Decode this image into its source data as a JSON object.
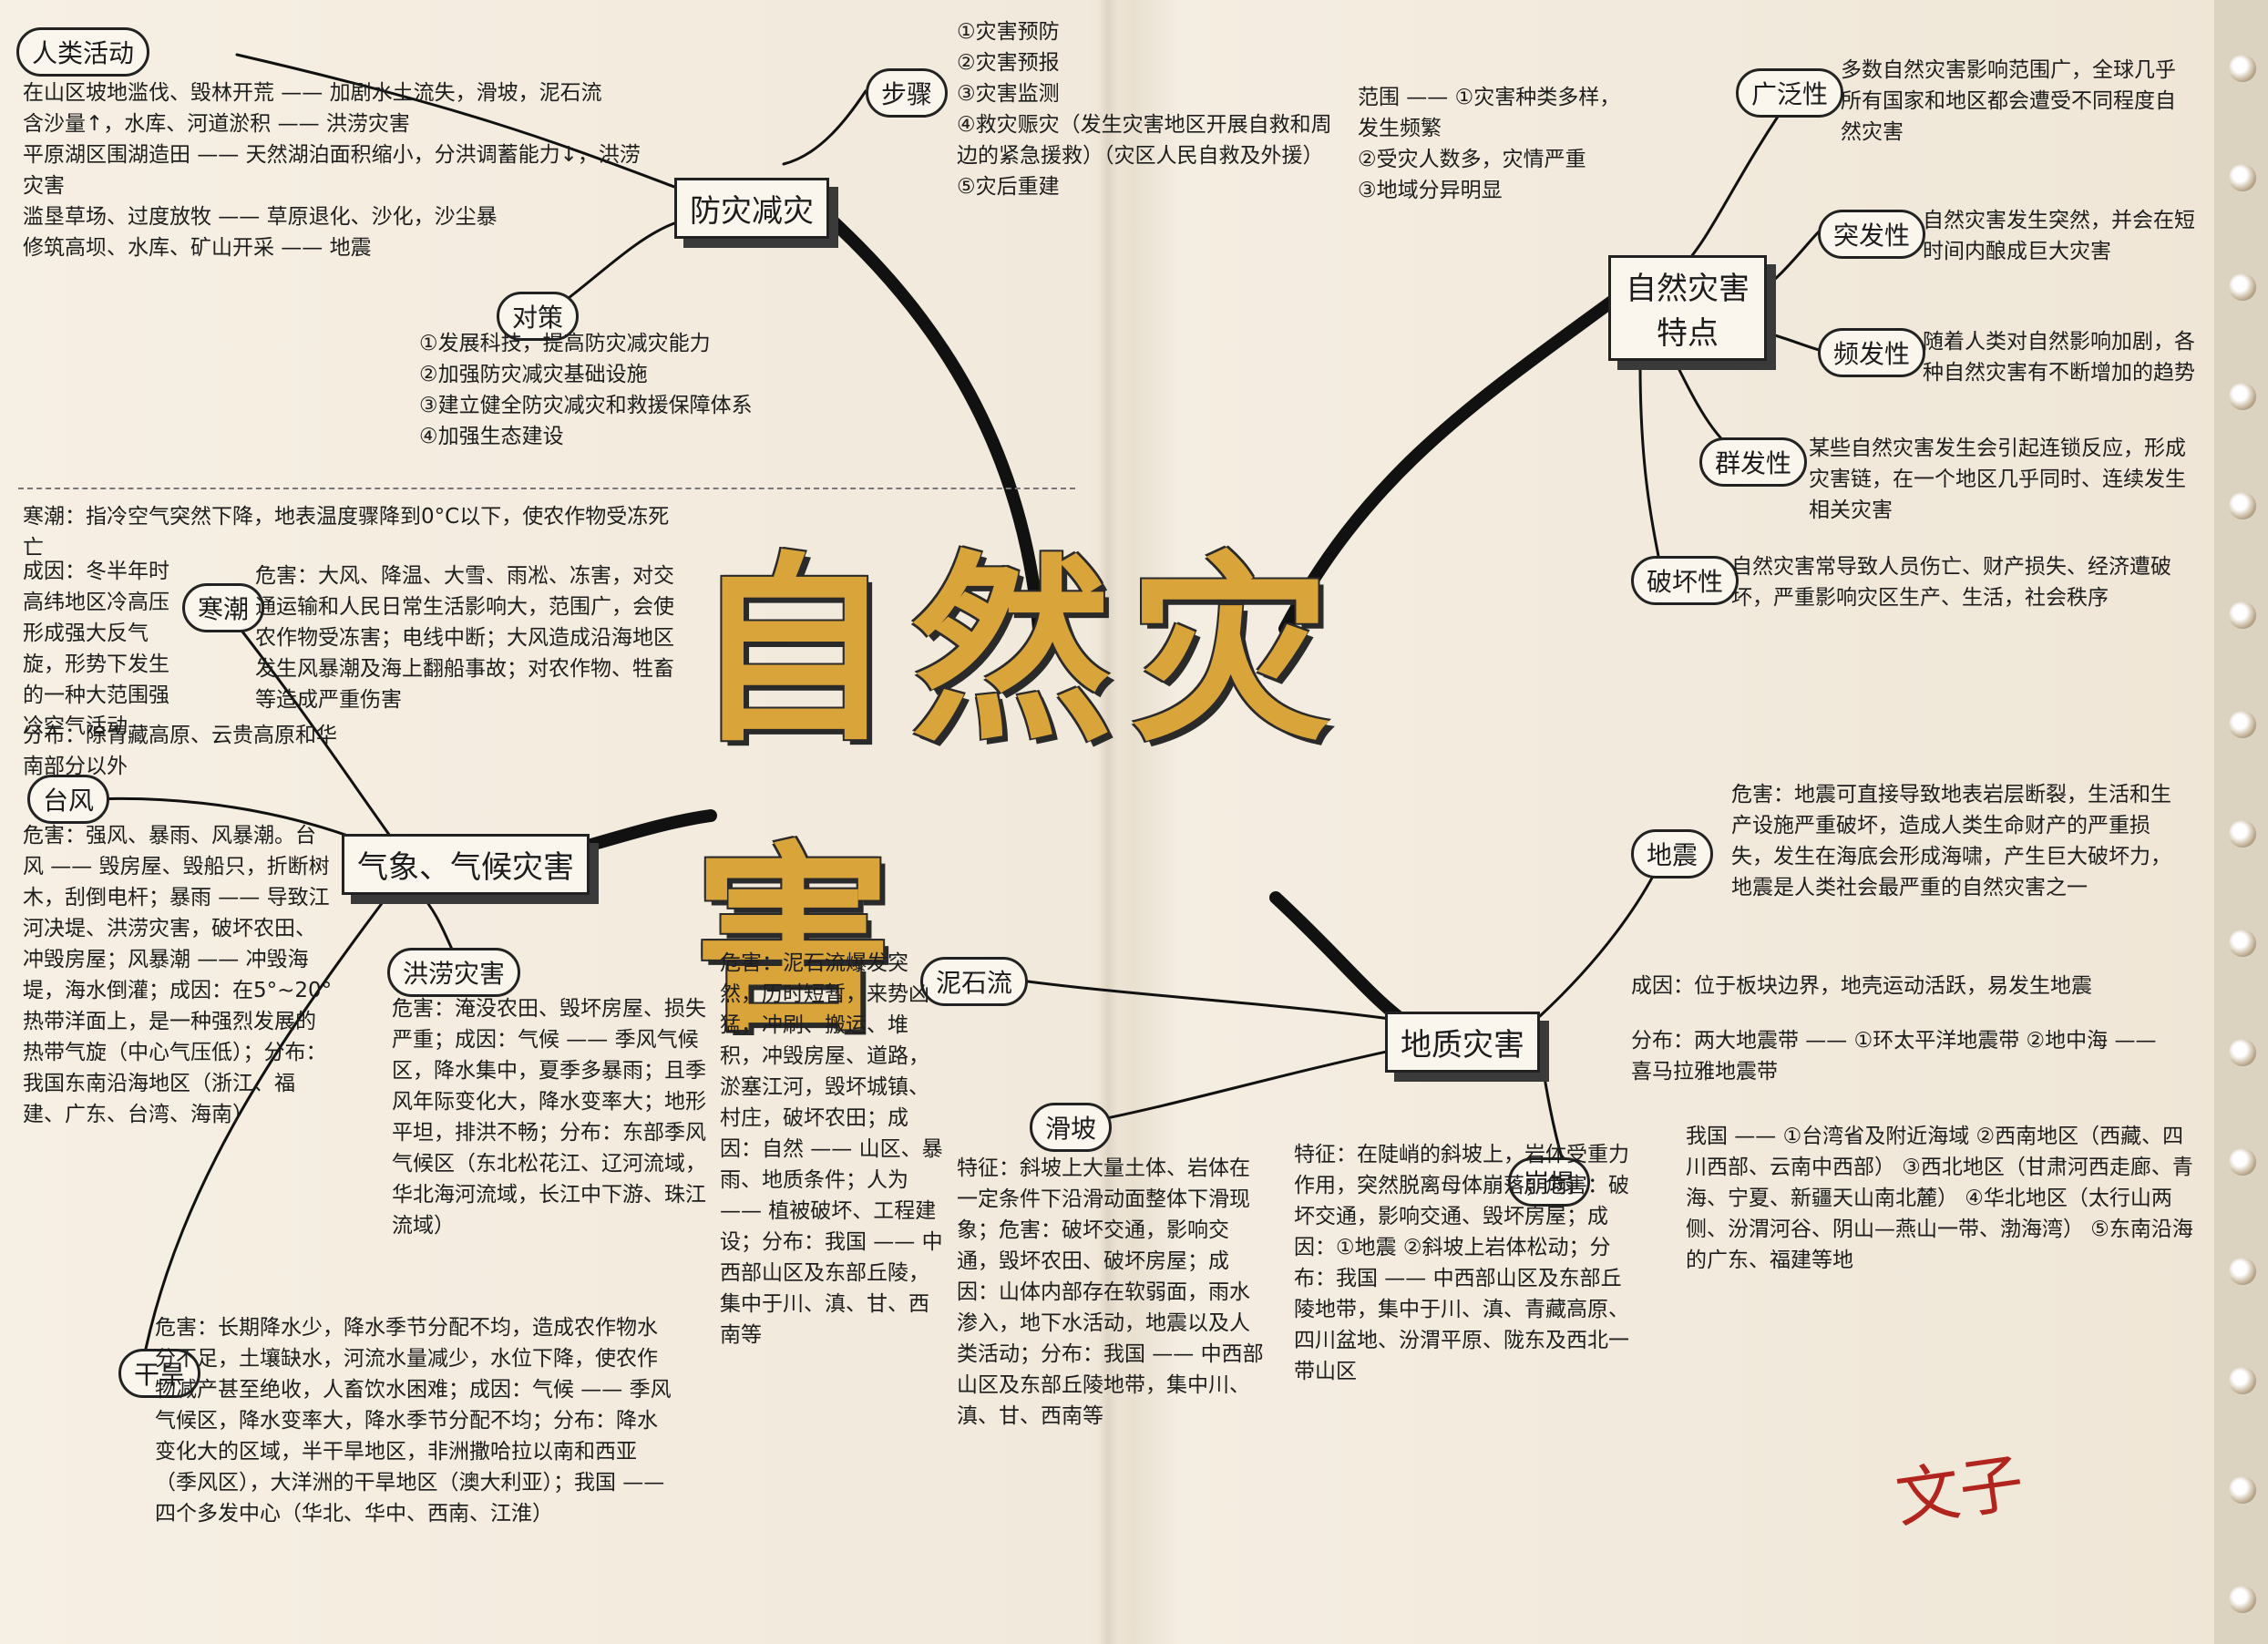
{
  "title": "自然灾害",
  "nodes": {
    "fangzai": "防灾减灾",
    "buzhou": "步骤",
    "duice": "对策",
    "renlei": "人类活动",
    "tedian": "自然灾害 特点",
    "guangfan": "广泛性",
    "tufa": "突发性",
    "pinfa": "频发性",
    "qunfa": "群发性",
    "pohuai": "破坏性",
    "qixiang": "气象、气候灾害",
    "hanchao": "寒潮",
    "taifeng": "台风",
    "hongzao": "洪涝灾害",
    "ganhan": "干旱",
    "dizhi": "地质灾害",
    "nishiliu": "泥石流",
    "huapo": "滑坡",
    "bengta": "崩塌",
    "dizhen": "地震"
  },
  "text": {
    "buzhou_list": [
      "①灾害预防",
      "②灾害预报",
      "③灾害监测",
      "④救灾赈灾（发生灾害地区开展自救和周边的紧急援救）（灾区人民自救及外援）",
      "⑤灾后重建"
    ],
    "renlei_list": [
      "在山区坡地滥伐、毁林开荒 —— 加剧水土流失，滑坡，泥石流",
      "含沙量↑，水库、河道淤积 —— 洪涝灾害",
      "平原湖区围湖造田 —— 天然湖泊面积缩小，分洪调蓄能力↓，洪涝灾害",
      "滥垦草场、过度放牧 —— 草原退化、沙化，沙尘暴",
      "修筑高坝、水库、矿山开采 —— 地震"
    ],
    "duice_list": [
      "①发展科技，提高防灾减灾能力",
      "②加强防灾减灾基础设施",
      "③建立健全防灾减灾和救援保障体系",
      "④加强生态建设"
    ],
    "tedian_header": [
      "范围 —— ①灾害种类多样，发生频繁",
      "②受灾人数多，灾情严重",
      "③地域分异明显"
    ],
    "guangfan_text": "多数自然灾害影响范围广，全球几乎所有国家和地区都会遭受不同程度自然灾害",
    "tufa_text": "自然灾害发生突然，并会在短时间内酿成巨大灾害",
    "pinfa_text": "随着人类对自然影响加剧，各种自然灾害有不断增加的趋势",
    "qunfa_text": "某些自然灾害发生会引起连锁反应，形成灾害链，在一个地区几乎同时、连续发生相关灾害",
    "pohuai_text": "自然灾害常导致人员伤亡、财产损失、经济遭破坏，严重影响灾区生产、生活，社会秩序",
    "hanchao_def": "寒潮：指冷空气突然下降，地表温度骤降到0°C以下，使农作物受冻死亡",
    "hanchao_cause": "成因：冬半年时高纬地区冷高压形成强大反气旋，形势下发生的一种大范围强冷空气活动",
    "hanchao_dist": "分布：除青藏高原、云贵高原和华南部分以外",
    "hanchao_harm": "危害：大风、降温、大雪、雨凇、冻害，对交通运输和人民日常生活影响大，范围广，会使农作物受冻害；电线中断；大风造成沿海地区发生风暴潮及海上翻船事故；对农作物、牲畜等造成严重伤害",
    "taifeng_text": "危害：强风、暴雨、风暴潮。台风 —— 毁房屋、毁船只，折断树木，刮倒电杆；暴雨 —— 导致江河决堤、洪涝灾害，破坏农田、冲毁房屋；风暴潮 —— 冲毁海堤，海水倒灌；成因：在5°~20°热带洋面上，是一种强烈发展的热带气旋（中心气压低）；分布：我国东南沿海地区（浙江、福建、广东、台湾、海南）",
    "hongzao_text": "危害：淹没农田、毁坏房屋、损失严重；成因：气候 —— 季风气候区，降水集中，夏季多暴雨；且季风年际变化大，降水变率大；地形平坦，排洪不畅；分布：东部季风气候区（东北松花江、辽河流域，华北海河流域，长江中下游、珠江流域）",
    "ganhan_text": "危害：长期降水少，降水季节分配不均，造成农作物水分不足，土壤缺水，河流水量减少，水位下降，使农作物减产甚至绝收，人畜饮水困难；成因：气候 —— 季风气候区，降水变率大，降水季节分配不均；分布：降水变化大的区域，半干旱地区，非洲撒哈拉以南和西亚（季风区），大洋洲的干旱地区（澳大利亚）；我国 —— 四个多发中心（华北、华中、西南、江淮）",
    "nishiliu_text": "危害：泥石流爆发突然，历时短暂，来势凶猛，冲刷、搬运、堆积，冲毁房屋、道路，淤塞江河，毁坏城镇、村庄，破坏农田；成因：自然 —— 山区、暴雨、地质条件；人为 —— 植被破坏、工程建设；分布：我国 —— 中西部山区及东部丘陵，集中于川、滇、甘、西南等",
    "huapo_text": "特征：斜坡上大量土体、岩体在一定条件下沿滑动面整体下滑现象；危害：破坏交通，影响交通，毁坏农田、破坏房屋；成因：山体内部存在软弱面，雨水渗入，地下水活动，地震以及人类活动；分布：我国 —— 中西部山区及东部丘陵地带，集中川、滇、甘、西南等",
    "bengta_text": "特征：在陡峭的斜坡上，岩体受重力作用，突然脱离母体崩落；危害：破坏交通，影响交通、毁坏房屋；成因：①地震 ②斜坡上岩体松动；分布：我国 —— 中西部山区及东部丘陵地带，集中于川、滇、青藏高原、四川盆地、汾渭平原、陇东及西北一带山区",
    "dizhen_harm": "危害：地震可直接导致地表岩层断裂，生活和生产设施严重破坏，造成人类生命财产的严重损失，发生在海底会形成海啸，产生巨大破坏力，地震是人类社会最严重的自然灾害之一",
    "dizhen_cause": "成因：位于板块边界，地壳运动活跃，易发生地震",
    "dizhen_dist": "分布：两大地震带 —— ①环太平洋地震带 ②地中海 —— 喜马拉雅地震带",
    "dizhen_cn": "我国 —— ①台湾省及附近海域 ②西南地区（西藏、四川西部、云南中西部） ③西北地区（甘肃河西走廊、青海、宁夏、新疆天山南北麓） ④华北地区（太行山两侧、汾渭河谷、阴山—燕山一带、渤海湾） ⑤东南沿海的广东、福建等地"
  },
  "signature": "文子"
}
